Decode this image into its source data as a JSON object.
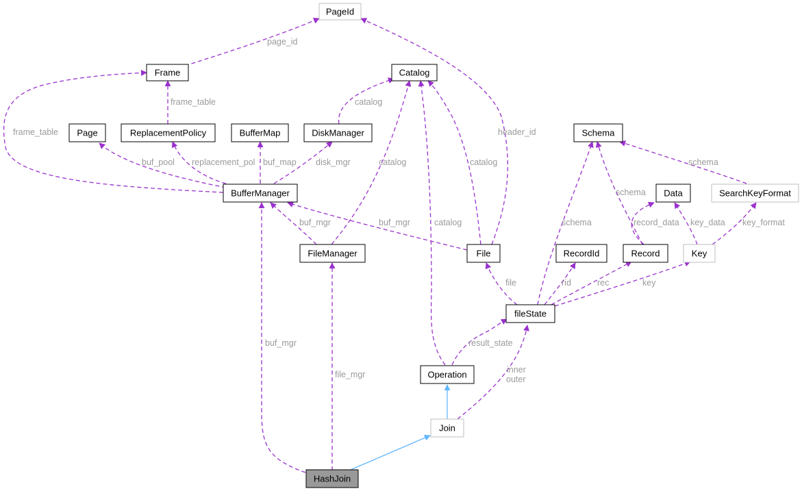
{
  "nodes": {
    "pageid": "PageId",
    "frame": "Frame",
    "catalog": "Catalog",
    "page": "Page",
    "replacementpolicy": "ReplacementPolicy",
    "buffermap": "BufferMap",
    "diskmanager": "DiskManager",
    "schema": "Schema",
    "buffermanager": "BufferManager",
    "data": "Data",
    "searchkeyformat": "SearchKeyFormat",
    "filemanager": "FileManager",
    "file": "File",
    "recordid": "RecordId",
    "record": "Record",
    "key": "Key",
    "filestate": "fileState",
    "operation": "Operation",
    "join": "Join",
    "hashjoin": "HashJoin"
  },
  "edges": {
    "page_id": "page_id",
    "frame_table_a": "frame_table",
    "frame_table_b": "frame_table",
    "catalog_disk": "catalog",
    "header_id": "header_id",
    "buf_pool": "buf_pool",
    "replacement_pol": "replacement_pol",
    "buf_map": "buf_map",
    "disk_mgr": "disk_mgr",
    "catalog_fm": "catalog",
    "catalog_file": "catalog",
    "schema_sk": "schema",
    "schema_rec": "schema",
    "buf_mgr_fm": "buf_mgr",
    "buf_mgr_file": "buf_mgr",
    "catalog_op": "catalog",
    "schema_fs": "schema",
    "record_data": "record_data",
    "key_data": "key_data",
    "key_format": "key_format",
    "file": "file",
    "rid": "rid",
    "rec": "rec",
    "key": "key",
    "buf_mgr_hj": "buf_mgr",
    "result_state": "result_state",
    "file_mgr": "file_mgr",
    "inner": "inner",
    "outer": "outer"
  }
}
